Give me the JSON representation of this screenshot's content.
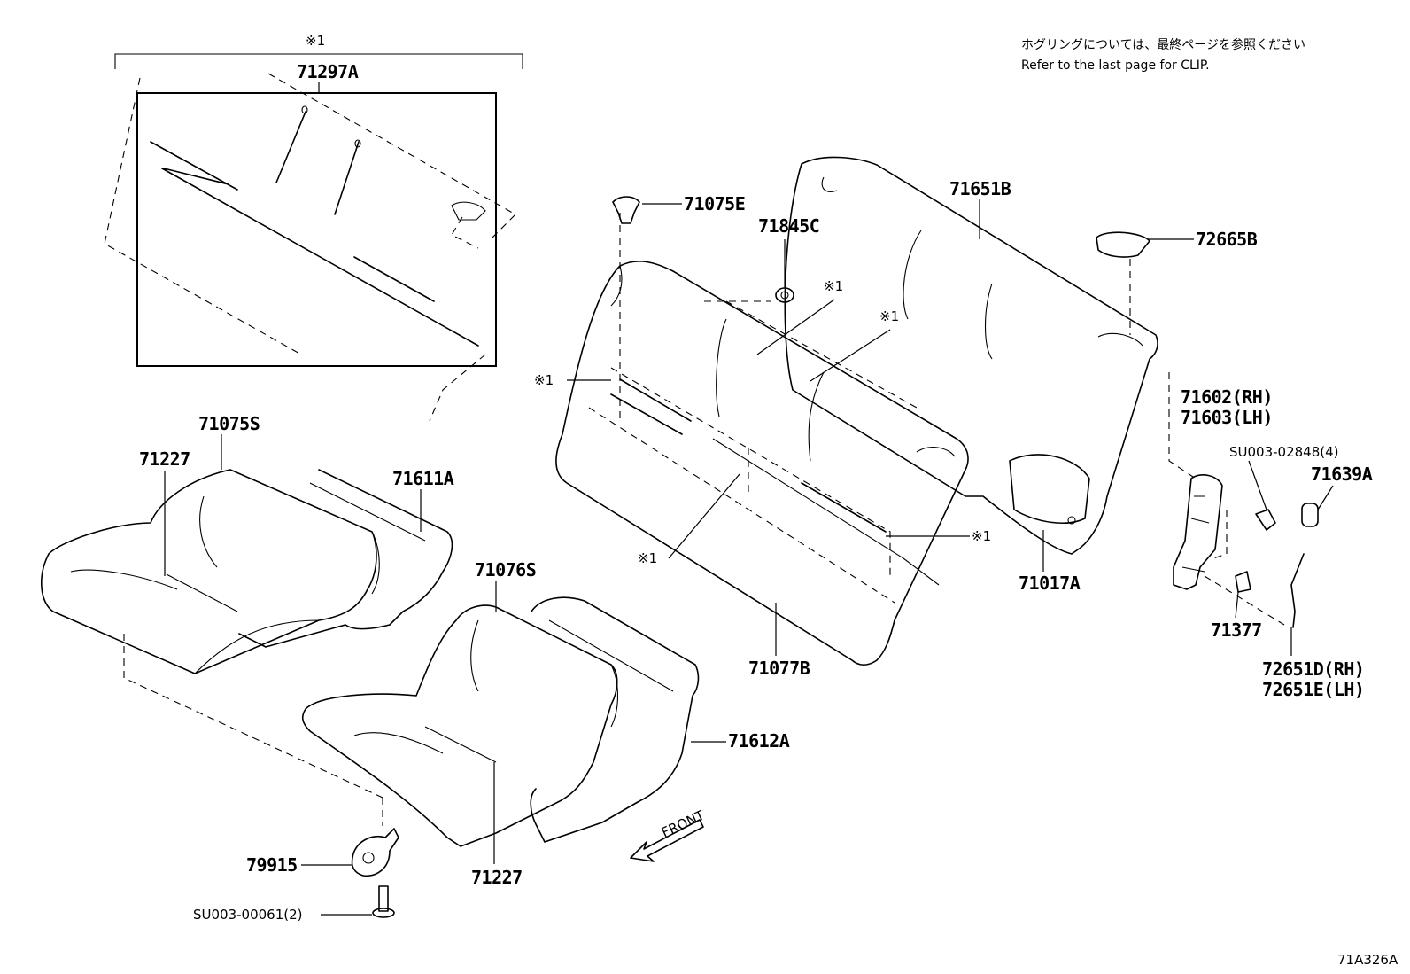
{
  "note": {
    "line_jp": "ホグリングについては、最終ページを参照ください",
    "line_en": "Refer to the last page for CLIP."
  },
  "diagram_code": "71A326A",
  "front_label": "FRONT",
  "bracket_mark": "※1",
  "labels": {
    "p71297A": "71297A",
    "p71075E": "71075E",
    "p71845C": "71845C",
    "p71651B": "71651B",
    "p72665B": "72665B",
    "m1_a": "※1",
    "m1_b": "※1",
    "m1_c": "※1",
    "m1_d": "※1",
    "m1_e": "※1",
    "p71602": "71602(RH)",
    "p71603": "71603(LH)",
    "su02848": "SU003-02848(4)",
    "p71639A": "71639A",
    "p71075S": "71075S",
    "p71227_a": "71227",
    "p71611A": "71611A",
    "p71076S": "71076S",
    "p71017A": "71017A",
    "p71377": "71377",
    "p72651D": "72651D(RH)",
    "p72651E": "72651E(LH)",
    "p71077B": "71077B",
    "p71612A": "71612A",
    "p79915": "79915",
    "p71227_b": "71227",
    "su00061": "SU003-00061(2)"
  }
}
